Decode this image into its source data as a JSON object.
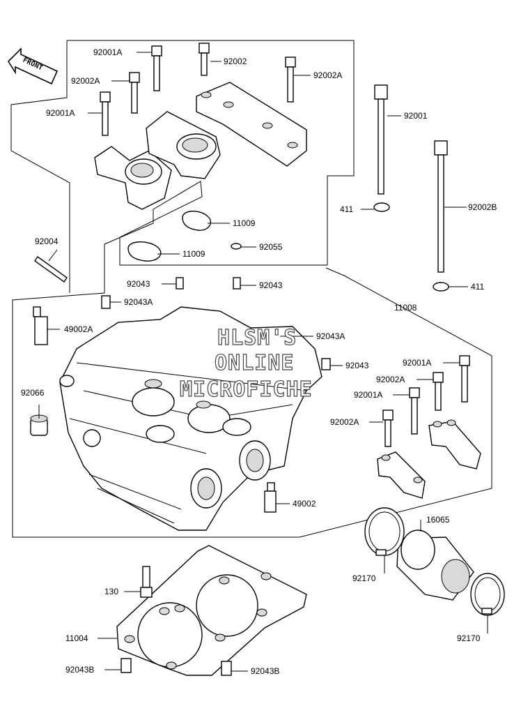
{
  "front_label": "FRONT",
  "watermark": [
    "HLSM'S",
    "ONLINE",
    "MICROFICHE"
  ],
  "parts": [
    {
      "id": "p1",
      "label": "92001A"
    },
    {
      "id": "p2",
      "label": "92002"
    },
    {
      "id": "p3",
      "label": "92002A"
    },
    {
      "id": "p4",
      "label": "92002A"
    },
    {
      "id": "p5",
      "label": "92001A"
    },
    {
      "id": "p6",
      "label": "92001"
    },
    {
      "id": "p7",
      "label": "92002B"
    },
    {
      "id": "p8",
      "label": "411"
    },
    {
      "id": "p9",
      "label": "411"
    },
    {
      "id": "p10",
      "label": "11009"
    },
    {
      "id": "p11",
      "label": "11009"
    },
    {
      "id": "p12",
      "label": "92004"
    },
    {
      "id": "p13",
      "label": "92055"
    },
    {
      "id": "p14",
      "label": "92043"
    },
    {
      "id": "p15",
      "label": "92043"
    },
    {
      "id": "p16",
      "label": "92043A"
    },
    {
      "id": "p17",
      "label": "11008"
    },
    {
      "id": "p18",
      "label": "49002A"
    },
    {
      "id": "p19",
      "label": "92043A"
    },
    {
      "id": "p20",
      "label": "92043"
    },
    {
      "id": "p21",
      "label": "92001A"
    },
    {
      "id": "p22",
      "label": "92066"
    },
    {
      "id": "p23",
      "label": "92002A"
    },
    {
      "id": "p24",
      "label": "92001A"
    },
    {
      "id": "p25",
      "label": "92002A"
    },
    {
      "id": "p26",
      "label": "49002"
    },
    {
      "id": "p27",
      "label": "16065"
    },
    {
      "id": "p28",
      "label": "92170"
    },
    {
      "id": "p29",
      "label": "130"
    },
    {
      "id": "p30",
      "label": "11004"
    },
    {
      "id": "p31",
      "label": "92170"
    },
    {
      "id": "p32",
      "label": "92043B"
    },
    {
      "id": "p33",
      "label": "92043B"
    }
  ]
}
